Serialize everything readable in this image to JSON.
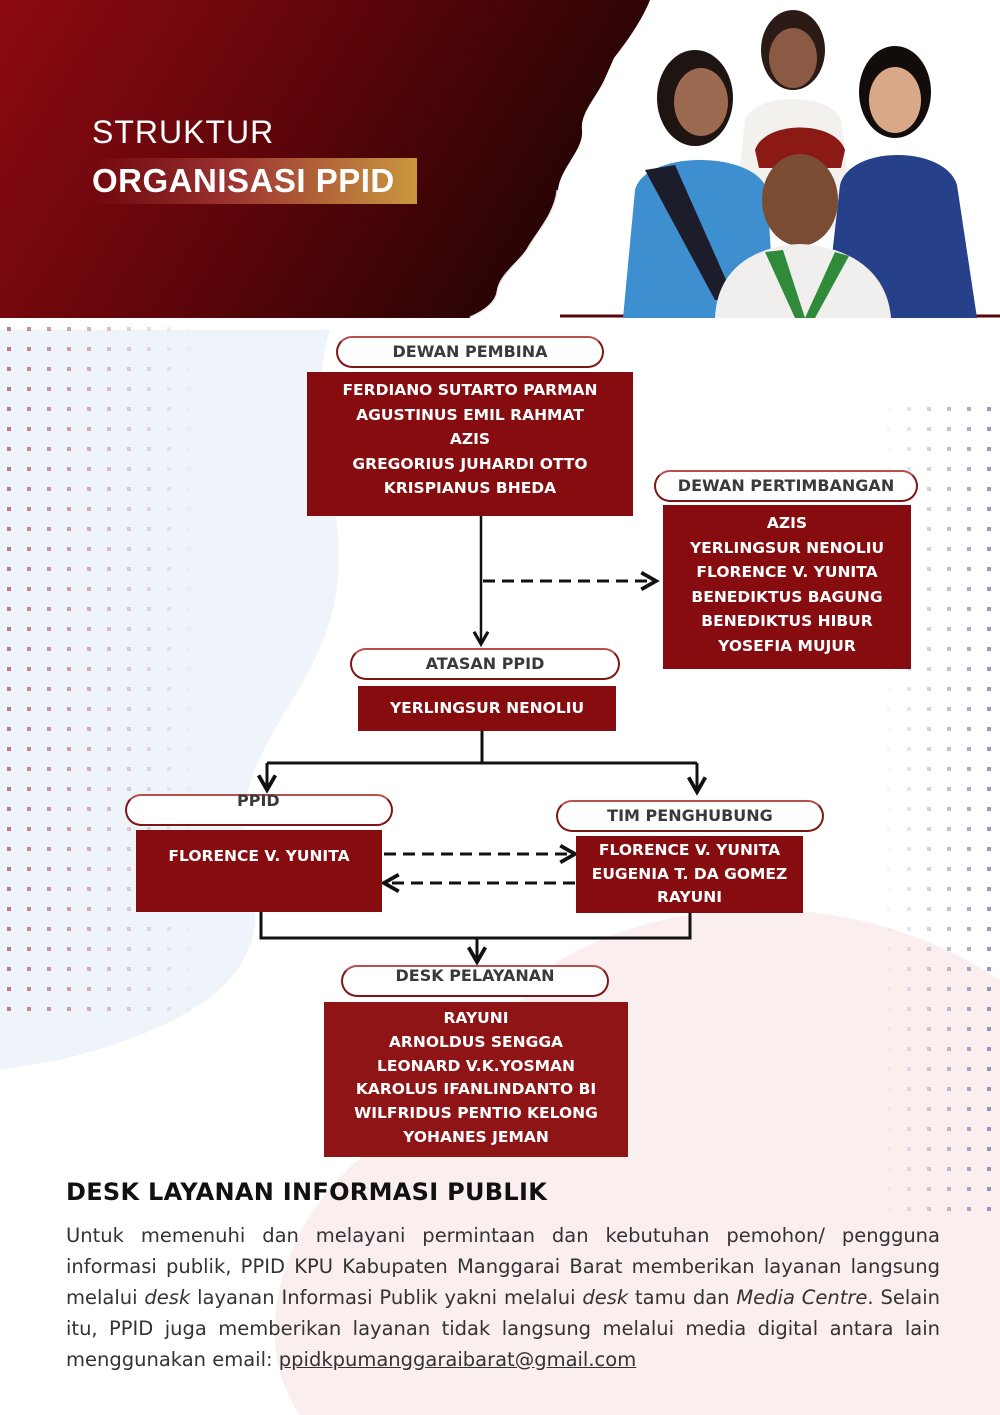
{
  "header": {
    "title_line1": "STRUKTUR",
    "title_line2": "ORGANISASI PPID"
  },
  "colors": {
    "brand_dark_red": "#860c10",
    "header_gradient_start": "#8e0a12",
    "header_gradient_end": "#2a0606",
    "accent_gold": "#c9973f"
  },
  "org_chart": {
    "dewan_pembina": {
      "label": "DEWAN PEMBINA",
      "members": [
        "FERDIANO SUTARTO PARMAN",
        "AGUSTINUS EMIL RAHMAT",
        "AZIS",
        "GREGORIUS JUHARDI OTTO",
        "KRISPIANUS BHEDA"
      ]
    },
    "dewan_pertimbangan": {
      "label": "DEWAN PERTIMBANGAN",
      "members": [
        "AZIS",
        "YERLINGSUR NENOLIU",
        "FLORENCE V. YUNITA",
        "BENEDIKTUS BAGUNG",
        "BENEDIKTUS HIBUR",
        "YOSEFIA MUJUR"
      ]
    },
    "atasan_ppid": {
      "label": "ATASAN PPID",
      "members": [
        "YERLINGSUR NENOLIU"
      ]
    },
    "ppid": {
      "label": "PPID",
      "members": [
        "FLORENCE V. YUNITA"
      ]
    },
    "tim_penghubung": {
      "label": "TIM PENGHUBUNG",
      "members": [
        "FLORENCE V. YUNITA",
        "EUGENIA T. DA GOMEZ",
        "RAYUNI"
      ]
    },
    "desk_pelayanan": {
      "label": "DESK PELAYANAN",
      "members": [
        "RAYUNI",
        "ARNOLDUS SENGGA",
        "LEONARD V.K.YOSMAN",
        "KAROLUS IFANLINDANTO BI",
        "WILFRIDUS PENTIO KELONG",
        "YOHANES JEMAN"
      ]
    }
  },
  "desk_info": {
    "heading": "DESK LAYANAN INFORMASI PUBLIK",
    "p1": "Untuk memenuhi dan melayani permintaan dan kebutuhan pemohon/ pengguna informasi publik, PPID KPU Kabupaten Manggarai Barat memberikan layanan langsung melalui ",
    "em1": "desk",
    "p2": " layanan Informasi Publik yakni melalui ",
    "em2": "desk",
    "p3": " tamu dan ",
    "em3": "Media Centre",
    "p4": ". Selain itu, PPID juga memberikan layanan tidak langsung melalui media digital antara lain menggunakan email: ",
    "email": "ppidkpumanggaraibarat@gmail.com"
  }
}
